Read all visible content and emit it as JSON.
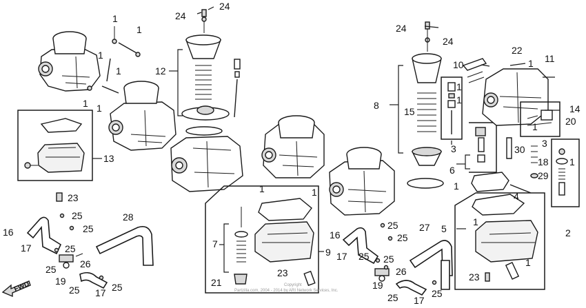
{
  "callouts": {
    "c1": "1",
    "c2": "1",
    "c3": "1",
    "c4": "1",
    "c5": "1",
    "c6": "1",
    "c7": "13",
    "c8": "23",
    "c9": "24",
    "c10": "24",
    "c11": "12",
    "c12": "25",
    "c13": "16",
    "c14": "25",
    "c15": "17",
    "c16": "25",
    "c17": "26",
    "c18": "25",
    "c19": "19",
    "c20": "25",
    "c21": "17",
    "c22": "25",
    "c23": "28",
    "c24": "1",
    "c25": "1",
    "c26": "7",
    "c27": "23",
    "c28": "9",
    "c29": "21",
    "c30": "16",
    "c31": "25",
    "c32": "25",
    "c33": "17",
    "c34": "25",
    "c35": "25",
    "c36": "26",
    "c37": "19",
    "c38": "25",
    "c39": "17",
    "c40": "25",
    "c41": "27",
    "c42": "24",
    "c43": "24",
    "c44": "8",
    "c45": "15",
    "c46": "1",
    "c47": "1",
    "c48": "10",
    "c49": "22",
    "c50": "1",
    "c51": "11",
    "c52": "14",
    "c53": "1",
    "c54": "20",
    "c55": "3",
    "c56": "6",
    "c57": "1",
    "c58": "30",
    "c59": "3",
    "c60": "18",
    "c61": "1",
    "c62": "29",
    "c63": "2",
    "c64": "4",
    "c65": "5",
    "c66": "1",
    "c67": "1",
    "c68": "23"
  },
  "fwd_label": "FWD",
  "copyright": {
    "line1": "Copyright",
    "line2": "Partzilla.com, 2004 - 2014 by ARI Network Services, Inc."
  }
}
